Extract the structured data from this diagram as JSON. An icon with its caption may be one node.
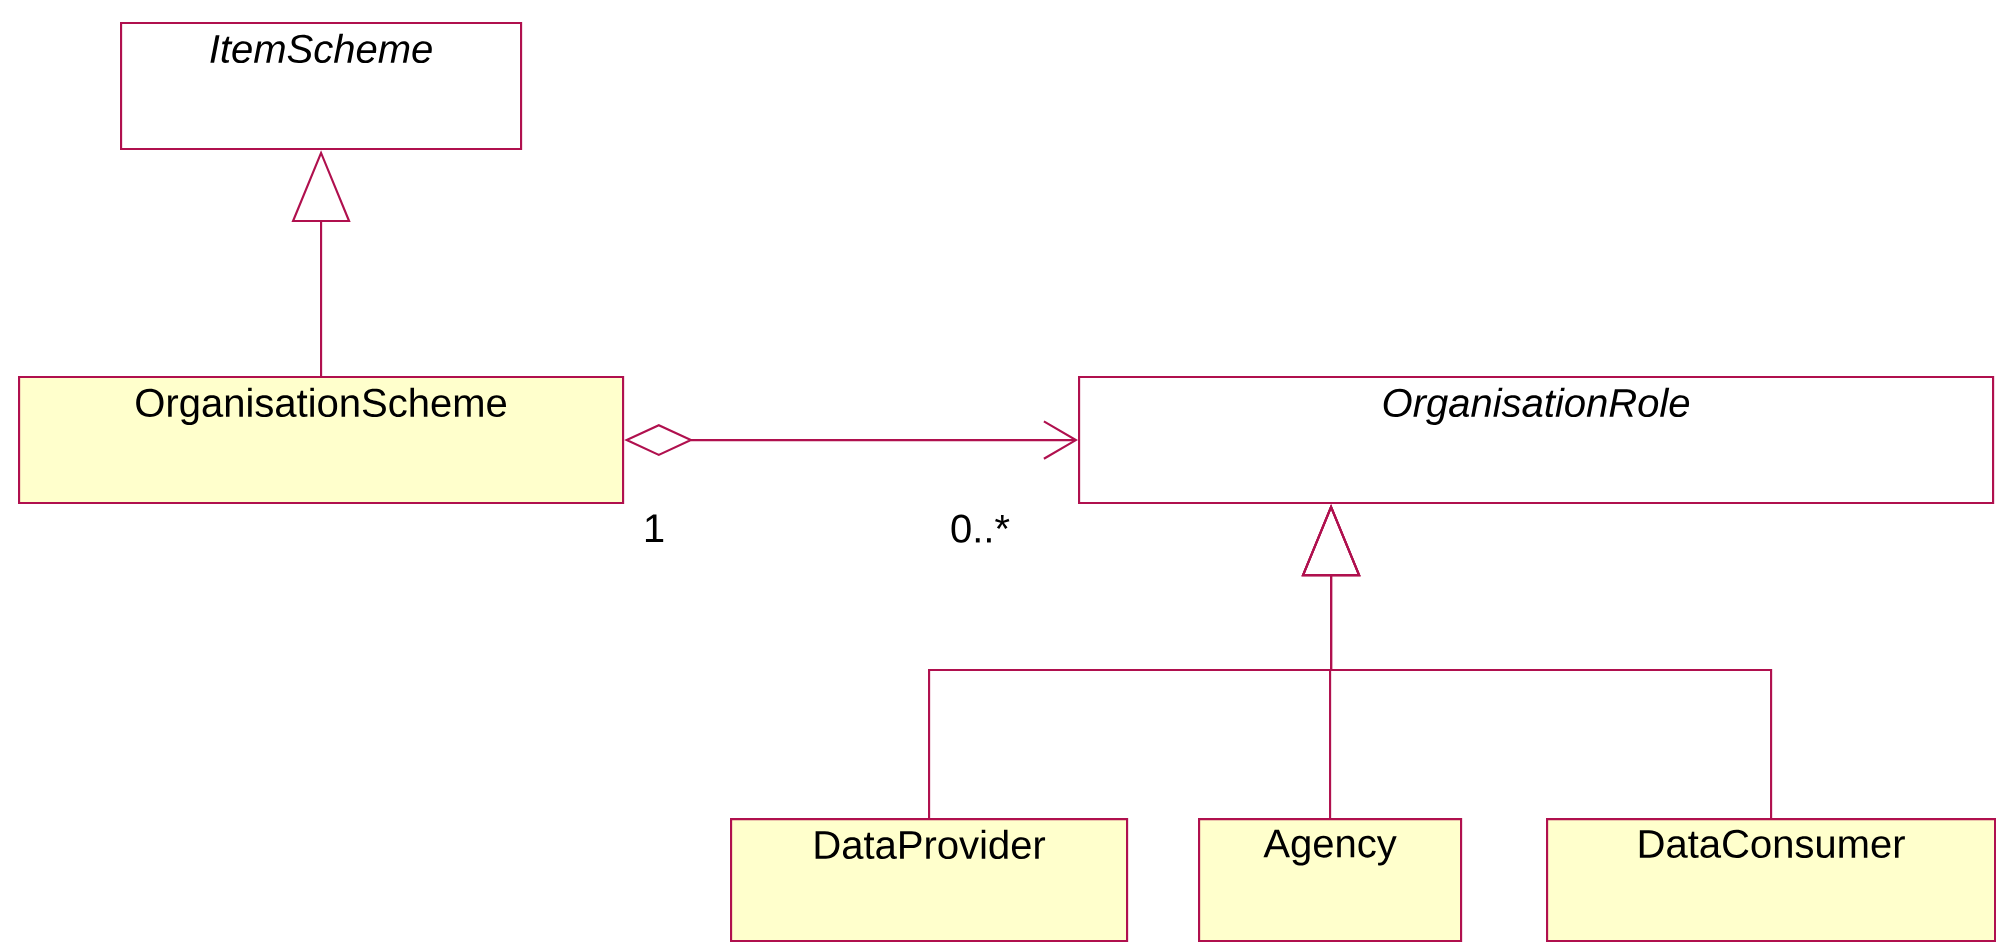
{
  "diagram": {
    "nodes": [
      {
        "text": [
          "ItemScheme"
        ]
      },
      {
        "text": [
          "OrganisationScheme"
        ]
      },
      {
        "text": [
          "OrganisationRole"
        ]
      },
      {
        "text": [
          "DataProvider"
        ]
      },
      {
        "text": [
          "Agency"
        ]
      },
      {
        "text": [
          "DataConsumer"
        ]
      }
    ],
    "edges": [
      {
        "from": 1,
        "to": 0,
        "arrow": "to"
      },
      {
        "from": 1,
        "to": 2,
        "arrow": "to"
      },
      {
        "from": 3,
        "to": 2,
        "arrow": "to"
      },
      {
        "from": 4,
        "to": 2,
        "arrow": "to"
      },
      {
        "from": 5,
        "to": 2,
        "arrow": "to"
      }
    ],
    "labels": [
      "1",
      "0..*"
    ]
  }
}
